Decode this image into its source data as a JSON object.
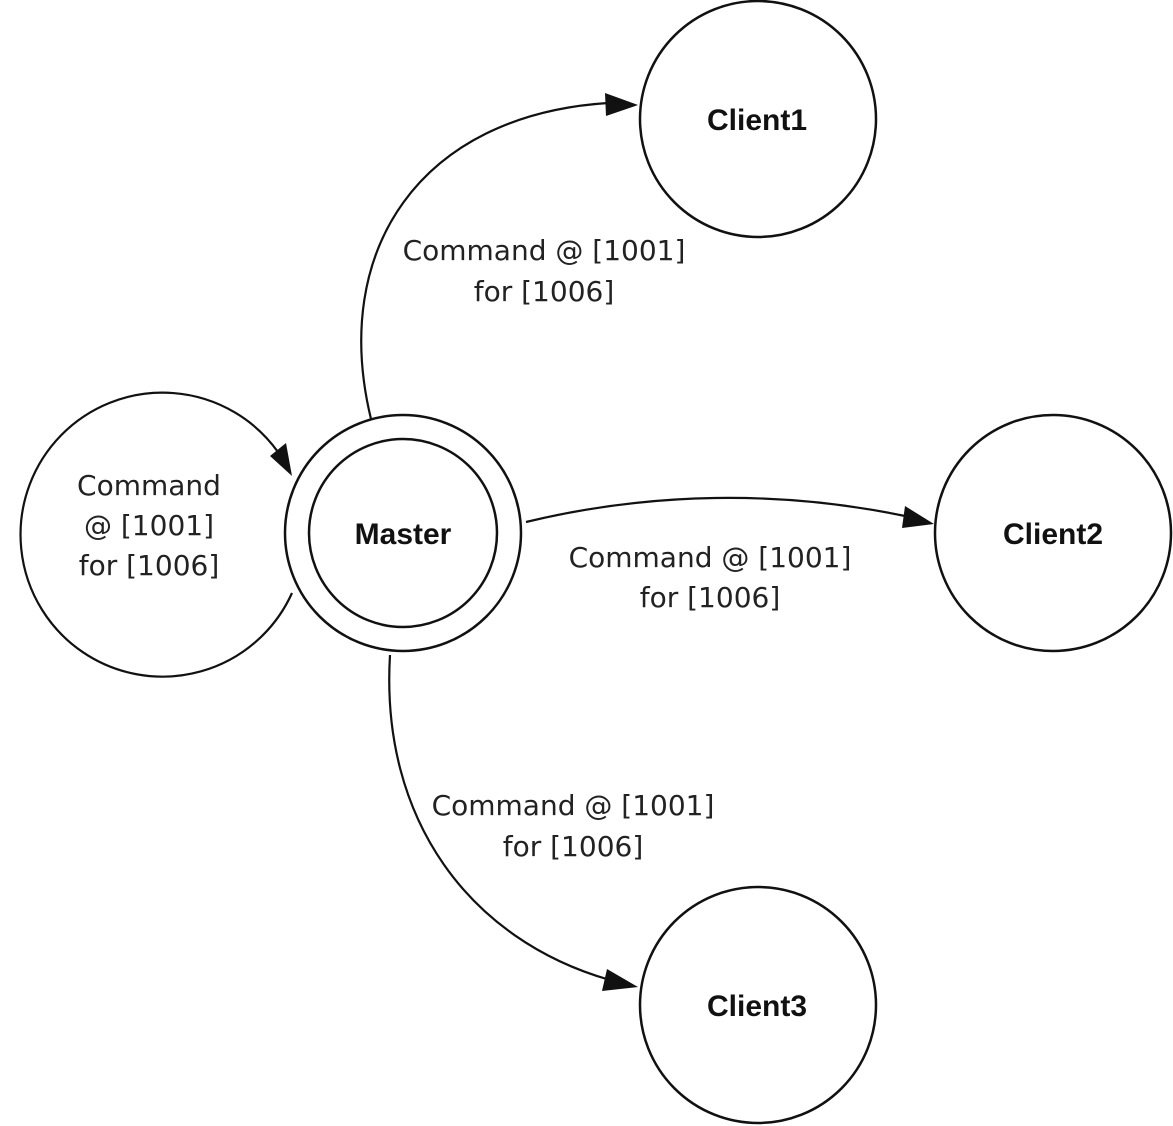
{
  "nodes": {
    "client1": "Client1",
    "client2": "Client2",
    "client3": "Client3",
    "master": "Master"
  },
  "edges": {
    "self_loop": {
      "line1": "Command",
      "line2": "@ [1001]",
      "line3": "for [1006]"
    },
    "to_client1": {
      "line1": "Command @ [1001]",
      "line2": "for [1006]"
    },
    "to_client2": {
      "line1": "Command @ [1001]",
      "line2": "for [1006]"
    },
    "to_client3": {
      "line1": "Command @ [1001]",
      "line2": "for [1006]"
    }
  }
}
